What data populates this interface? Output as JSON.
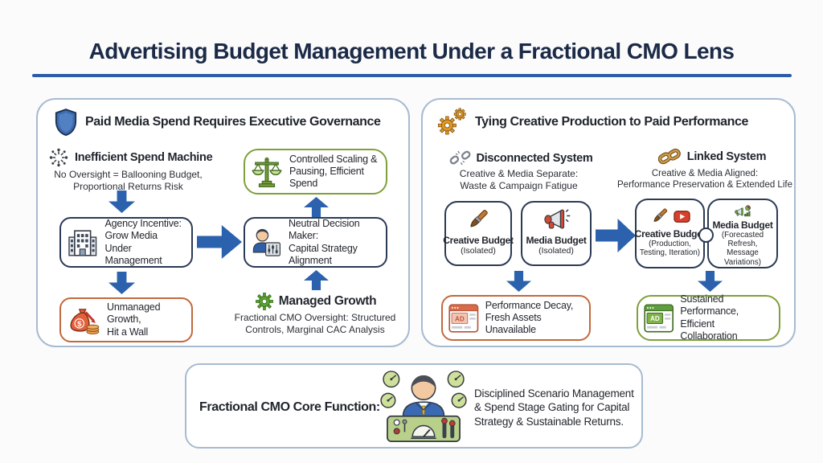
{
  "title": "Advertising Budget Management Under a Fractional CMO Lens",
  "colors": {
    "title_navy": "#1b2a47",
    "divider_blue": "#2a5ca8",
    "arrow_blue": "#2c62ad",
    "panel_border": "#a7bbd0",
    "box_navy": "#2b3a55",
    "warning_orange": "#c16a3c",
    "success_green": "#7fa03a"
  },
  "left_panel": {
    "header": "Paid Media Spend Requires Executive Governance",
    "header_icon": "shield-icon",
    "inefficient": {
      "icon": "dispersed-network-icon",
      "title": "Inefficient Spend Machine",
      "subtitle": "No Oversight = Ballooning Budget,\nProportional Returns Risk"
    },
    "agency_box": "Agency Incentive:\nGrow Media Under\nManagement",
    "unmanaged_box": "Unmanaged Growth,\nHit a Wall",
    "controlled_box": "Controlled Scaling &\nPausing, Efficient\nSpend",
    "neutral_box": "Neutral Decision Maker:\nCapital Strategy\nAlignment",
    "managed": {
      "icon": "gear-icon",
      "title": "Managed Growth",
      "subtitle": "Fractional CMO Oversight: Structured\nControls, Marginal CAC Analysis"
    }
  },
  "right_panel": {
    "header": "Tying Creative Production to Paid Performance",
    "header_icon": "gears-icon",
    "disconnected": {
      "icon": "broken-chain-icon",
      "title": "Disconnected System",
      "subtitle": "Creative & Media Separate:\nWaste & Campaign Fatigue",
      "creative_box": {
        "title": "Creative Budget",
        "subtitle": "(Isolated)"
      },
      "media_box": {
        "title": "Media Budget",
        "subtitle": "(Isolated)"
      },
      "outcome": "Performance Decay,\nFresh Assets Unavailable"
    },
    "linked": {
      "icon": "chain-link-icon",
      "title": "Linked System",
      "subtitle": "Creative & Media Aligned:\nPerformance Preservation & Extended Life",
      "creative_box": {
        "title": "Creative Budget",
        "subtitle": "(Production,\nTesting, Iteration)"
      },
      "media_box": {
        "title": "Media Budget",
        "subtitle": "(Forecasted Refresh,\nMessage Variations)"
      },
      "outcome": "Sustained Performance,\nEfficient Collaboration"
    }
  },
  "bottom_panel": {
    "label": "Fractional CMO Core Function:",
    "icon": "cmo-control-panel-icon",
    "description": "Disciplined Scenario Management\n& Spend Stage Gating for Capital\nStrategy & Sustainable Returns."
  },
  "ad_label": "AD"
}
